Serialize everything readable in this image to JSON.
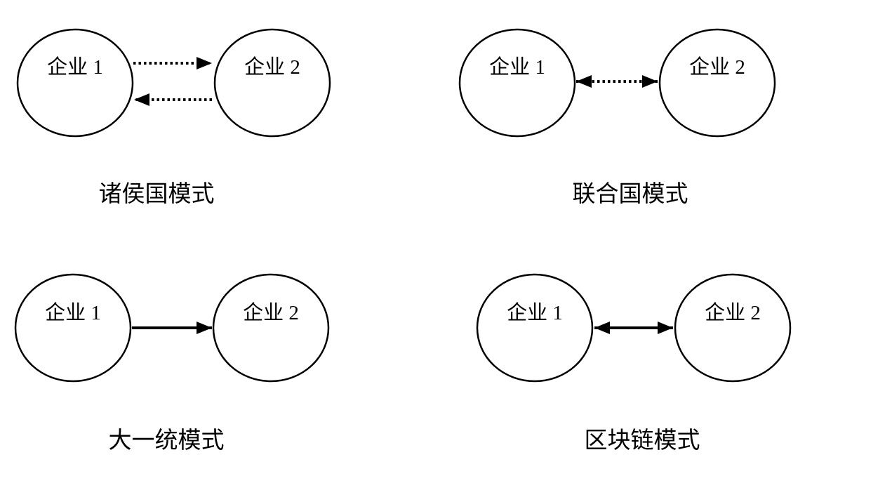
{
  "diagram": {
    "description": "Four inter-enterprise cooperation mode diagrams, each with two ellipse nodes connected by arrows",
    "colors": {
      "background": "#ffffff",
      "stroke": "#000000",
      "text": "#000000"
    },
    "panels": [
      {
        "caption": "诸侯国模式",
        "node1": "企业 1",
        "node2": "企业 2",
        "link_style": "two one-way dotted arrows: node1→node2 (upper), node2→node1 (lower)"
      },
      {
        "caption": "联合国模式",
        "node1": "企业 1",
        "node2": "企业 2",
        "link_style": "single dotted double-headed arrow"
      },
      {
        "caption": "大一统模式",
        "node1": "企业 1",
        "node2": "企业 2",
        "link_style": "single solid one-way arrow: node1→node2"
      },
      {
        "caption": "区块链模式",
        "node1": "企业 1",
        "node2": "企业 2",
        "link_style": "single solid double-headed arrow"
      }
    ]
  }
}
